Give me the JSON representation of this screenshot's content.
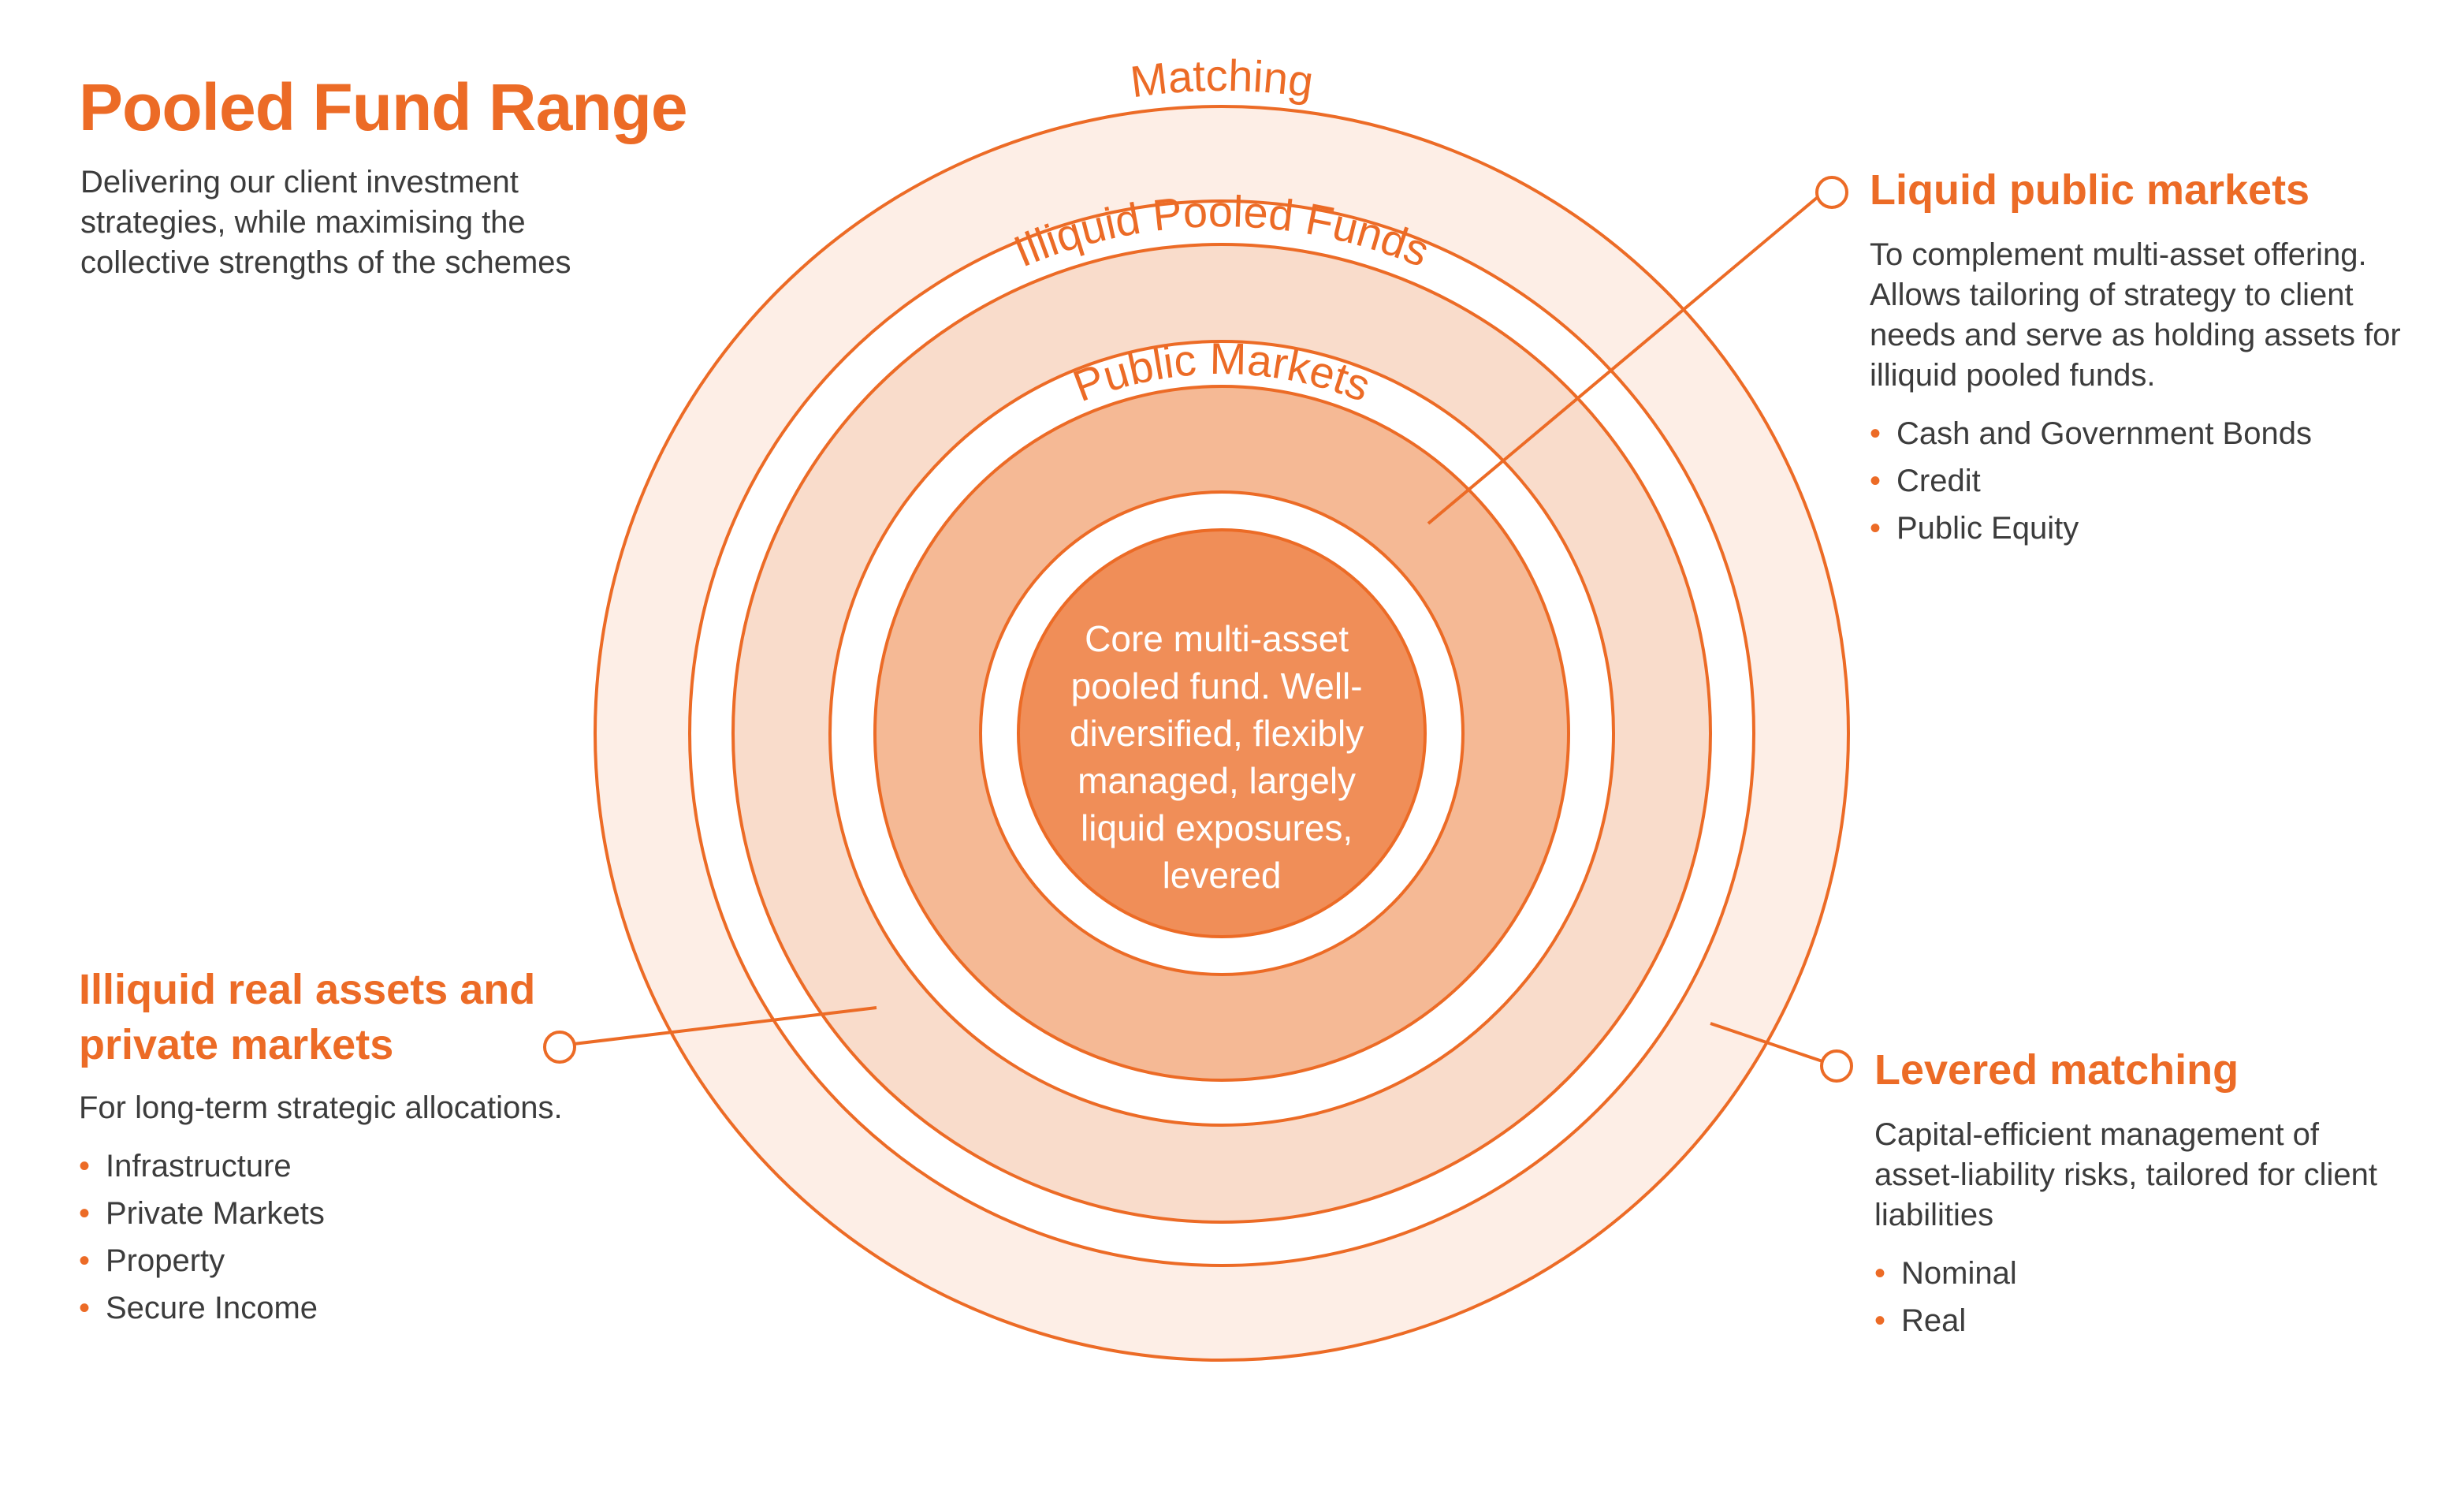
{
  "header": {
    "title": "Pooled Fund Range",
    "intro": "Delivering our client investment strategies, while maximising the collective strengths of the schemes"
  },
  "rings": {
    "matching": "Matching",
    "illiquid_pooled_funds": "Illiquid Pooled Funds",
    "public_markets": "Public Markets",
    "core_lines": [
      "Core multi-asset",
      "pooled fund. Well-",
      "diversified, flexibly",
      "managed, largely",
      "liquid exposures,",
      "levered"
    ]
  },
  "callouts": {
    "liquid_public_markets": {
      "heading": "Liquid public markets",
      "description": "To complement multi-asset offering. Allows tailoring of strategy to client needs and serve as holding assets for illiquid pooled funds.",
      "items": [
        "Cash and Government Bonds",
        "Credit",
        "Public Equity"
      ]
    },
    "illiquid_real_assets": {
      "heading_line1": "Illiquid real assets and",
      "heading_line2": "private markets",
      "description": "For long-term strategic allocations.",
      "items": [
        "Infrastructure",
        "Private Markets",
        "Property",
        "Secure Income"
      ]
    },
    "levered_matching": {
      "heading": "Levered matching",
      "description": "Capital-efficient management of asset-liability risks, tailored for client liabilities",
      "items": [
        "Nominal",
        "Real"
      ]
    }
  },
  "colors": {
    "accent": "#ec6b26",
    "ring_outer_fill": "#fdeee6",
    "ring_middle_fill": "#f9dccb",
    "ring_inner_fill": "#f5b995",
    "core_fill": "#f08e58"
  }
}
